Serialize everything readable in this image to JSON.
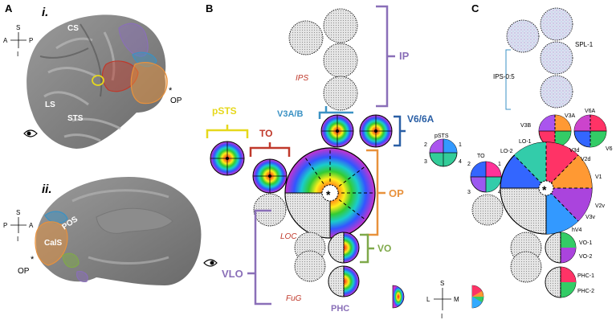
{
  "colors": {
    "purple": "#8a6fb8",
    "blue": "#3b92c4",
    "darkblue": "#2a5fa5",
    "yellow": "#e6d81c",
    "red": "#c0392b",
    "orange": "#e8913c",
    "green": "#7fa94a",
    "gray": "#bdbdbd",
    "brain": "#8c8c8c"
  },
  "panelA": {
    "label": "A",
    "sub_i": "i.",
    "sub_ii": "ii.",
    "compass_i": {
      "top": "S",
      "bottom": "I",
      "left": "A",
      "right": "P"
    },
    "compass_ii": {
      "top": "S",
      "bottom": "I",
      "left": "P",
      "right": "A"
    },
    "lateral_labels": {
      "cs": "CS",
      "ls": "LS",
      "sts": "STS"
    },
    "medial_labels": {
      "pos": "POS",
      "cals": "CalS"
    },
    "op_i": "OP",
    "op_ii": "OP",
    "star": "*"
  },
  "panelB": {
    "label": "B",
    "brackets": {
      "ip": "IP",
      "v3ab": "V3A/B",
      "v66a": "V6/6A",
      "psts": "pSTS",
      "to": "TO",
      "op": "OP",
      "vo": "VO",
      "vlo": "VLO",
      "phc": "PHC"
    },
    "italic_labels": {
      "ips": "IPS",
      "loc": "LOC",
      "fug": "FuG"
    },
    "legend_compass": {
      "top": "S",
      "bottom": "I",
      "left": "L",
      "right": "M"
    }
  },
  "panelC": {
    "label": "C",
    "labels": {
      "spl1": "SPL-1",
      "ips05": "IPS-0:5",
      "v3b": "V3B",
      "v3a": "V3A",
      "v6a": "V6A",
      "v6": "V6",
      "lo1": "LO-1",
      "lo2": "LO-2",
      "v3d": "V3d",
      "v2d": "V2d",
      "v1": "V1",
      "v2v": "V2v",
      "v3v": "V3v",
      "hv4": "hV4",
      "vo1": "VO-1",
      "vo2": "VO-2",
      "phc1": "PHC-1",
      "phc2": "PHC-2",
      "to": "TO",
      "psts": "pSTS"
    },
    "quadrant_numbers": {
      "q1": "1",
      "q2": "2",
      "q3": "3",
      "q4": "4"
    }
  }
}
